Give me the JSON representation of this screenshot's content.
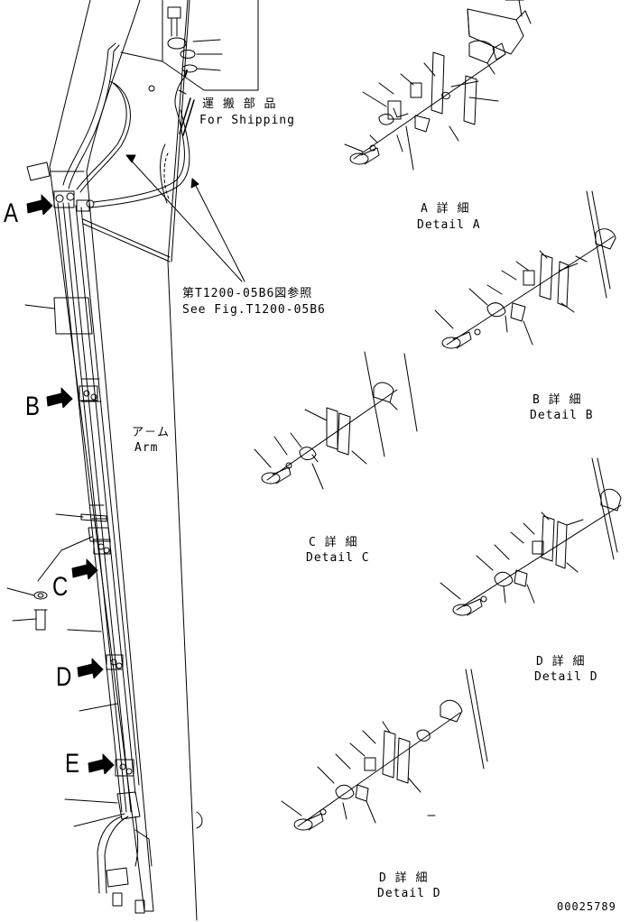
{
  "shipping": {
    "jp": "運 搬 部 品",
    "en": "For Shipping"
  },
  "see_fig": {
    "jp": "第T1200-05B6図参照",
    "en": "See Fig.T1200-05B6"
  },
  "arm": {
    "jp": "ア－ム",
    "en": "Arm"
  },
  "callouts": {
    "a": "A",
    "b": "B",
    "c": "C",
    "d": "D",
    "e": "E"
  },
  "details": {
    "a": {
      "jp": "A 詳 細",
      "en": "Detail A"
    },
    "b": {
      "jp": "B 詳 細",
      "en": "Detail B"
    },
    "c": {
      "jp": "C 詳 細",
      "en": "Detail C"
    },
    "d1": {
      "jp": "D 詳 細",
      "en": "Detail D"
    },
    "d2": {
      "jp": "D 詳 細",
      "en": "Detail D"
    }
  },
  "drawing_number": "00025789"
}
